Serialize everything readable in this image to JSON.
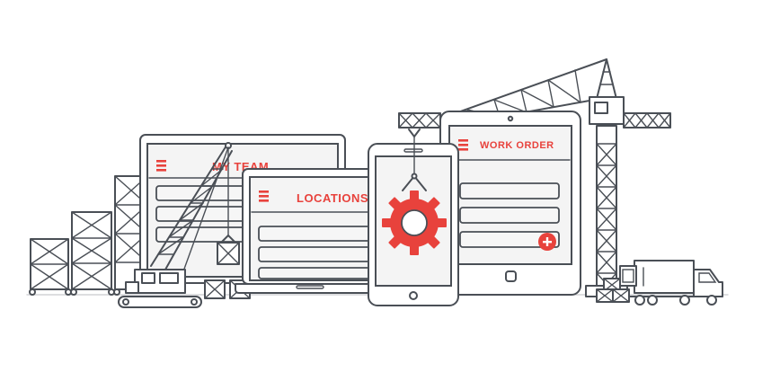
{
  "screens": {
    "my_team": {
      "title": "MY TEAM"
    },
    "locations": {
      "title": "LOCATIONS"
    },
    "work_order": {
      "title": "WORK ORDER"
    }
  },
  "icons": {
    "menu": "hamburger-menu-icon",
    "settings": "gear-icon",
    "add": "plus-icon",
    "home_button": "home-button"
  },
  "colors": {
    "accent": "#e8423c",
    "line": "#4a4f56",
    "panel": "#f4f4f4"
  }
}
